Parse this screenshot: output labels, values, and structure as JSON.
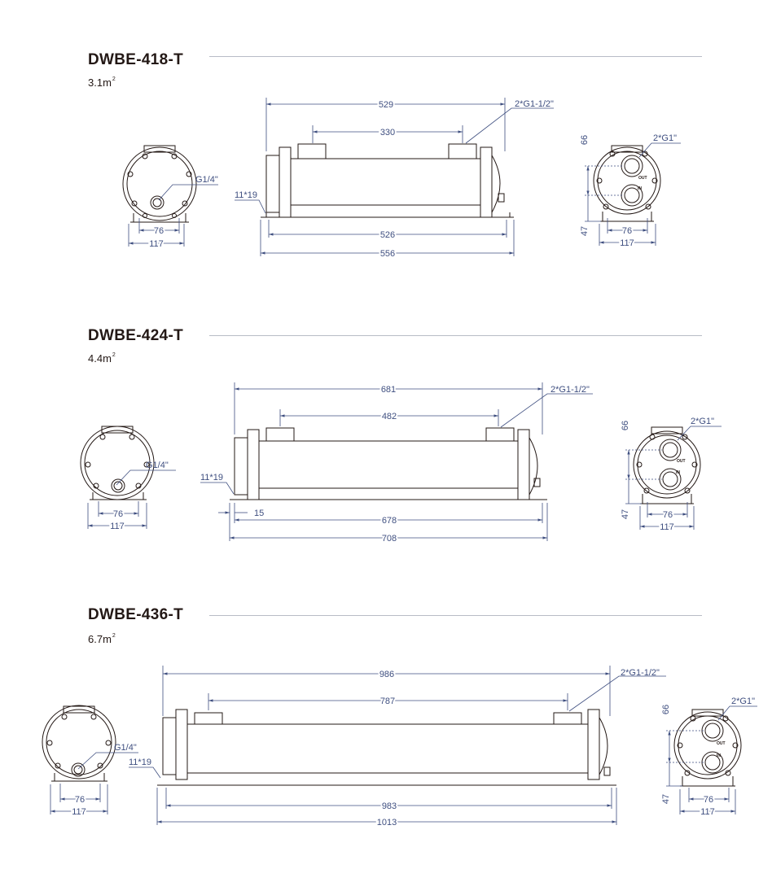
{
  "models": [
    {
      "name": "DWBE-418-T",
      "area_value": "3.1m",
      "area_unit_sup": "2",
      "dims": {
        "overall_top": "529",
        "port_spacing": "330",
        "shell_ports": "2*G1-1/2\"",
        "mount_slot": "11*19",
        "bottom_inner": "526",
        "bottom_overall": "556",
        "drain": "G1/4\"",
        "foot_inner": "76",
        "foot_outer": "117",
        "head_ports": "2*G1\"",
        "head_height_top": "66",
        "head_height_bottom": "47",
        "head_foot_inner": "76",
        "head_foot_outer": "117",
        "port_out": "OUT",
        "port_in": "IN"
      }
    },
    {
      "name": "DWBE-424-T",
      "area_value": "4.4m",
      "area_unit_sup": "2",
      "dims": {
        "overall_top": "681",
        "port_spacing": "482",
        "shell_ports": "2*G1-1/2\"",
        "mount_slot": "11*19",
        "offset": "15",
        "bottom_inner": "678",
        "bottom_overall": "708",
        "drain": "G1/4\"",
        "foot_inner": "76",
        "foot_outer": "117",
        "head_ports": "2*G1\"",
        "head_height_top": "66",
        "head_height_bottom": "47",
        "head_foot_inner": "76",
        "head_foot_outer": "117",
        "port_out": "OUT",
        "port_in": "IN"
      }
    },
    {
      "name": "DWBE-436-T",
      "area_value": "6.7m",
      "area_unit_sup": "2",
      "dims": {
        "overall_top": "986",
        "port_spacing": "787",
        "shell_ports": "2*G1-1/2\"",
        "mount_slot": "11*19",
        "bottom_inner": "983",
        "bottom_overall": "1013",
        "drain": "G1/4\"",
        "foot_inner": "76",
        "foot_outer": "117",
        "head_ports": "2*G1\"",
        "head_height_top": "66",
        "head_height_bottom": "47",
        "head_foot_inner": "76",
        "head_foot_outer": "117",
        "port_out": "OUT",
        "port_in": "IN"
      }
    }
  ],
  "colors": {
    "outline": "#231815",
    "dimension": "#3f4f80",
    "rule": "#b8bcc6"
  }
}
